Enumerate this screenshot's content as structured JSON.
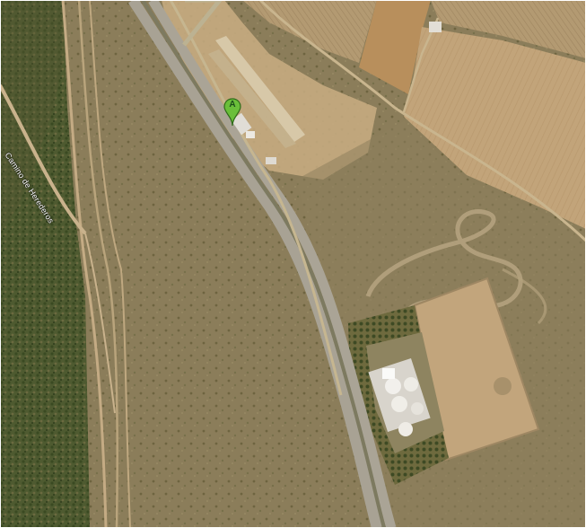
{
  "map": {
    "view": "satellite",
    "road_labels": [
      "Camino de Herederos"
    ],
    "markers": [
      {
        "label": "A",
        "color": "#6abf3a",
        "icon": "map-pin-icon"
      }
    ]
  }
}
